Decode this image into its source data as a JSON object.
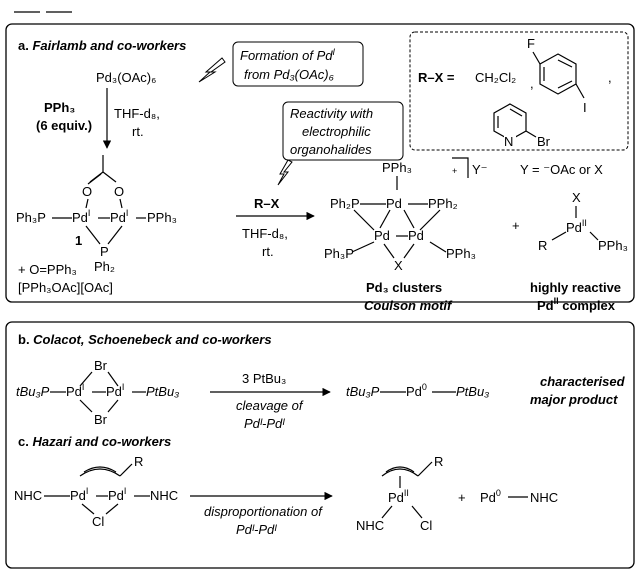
{
  "top_tabs": [
    "",
    ""
  ],
  "panel_a": {
    "heading_prefix": "a. ",
    "heading_authors": "Fairlamb and co-workers",
    "start_material": "Pd₃(OAc)₆",
    "reagent_pph3": "PPh₃",
    "reagent_equiv": "(6 equiv.)",
    "solvent_1": "THF-d₈,",
    "temp_1": "rt.",
    "note_formation_line1": "Formation of Pd",
    "note_formation_sup": "I",
    "note_formation_line2": "from Pd₃(OAc)₆",
    "note_reactivity_line1": "Reactivity with",
    "note_reactivity_line2": "electrophilic",
    "note_reactivity_line3": "organohalides",
    "rx_label": "R–X =",
    "rx_option_1": "CH₂Cl₂",
    "rx_fluoro": "F",
    "rx_iodo": "I",
    "rx_nitrogen": "N",
    "rx_bromo": "Br",
    "dimer_left_ligand": "Ph₃P",
    "dimer_metal": "Pd",
    "dimer_metal_ox": "I",
    "dimer_right_ligand": "PPh₃",
    "dimer_bridge_p": "P",
    "dimer_bridge_ph2": "Ph₂",
    "dimer_o": "O",
    "compound_number": "1",
    "byproduct_1": "+ O=PPh₃",
    "byproduct_2": "[PPh₃OAc][OAc]",
    "arrow_reagent": "R–X",
    "solvent_2": "THF-d₈,",
    "temp_2": "rt.",
    "cluster_pph3_top": "PPh₃",
    "cluster_ph2p_left": "Ph₂P",
    "cluster_pph2_right": "PPh₂",
    "cluster_ph3p_left": "Ph₃P",
    "cluster_pph3_right": "PPh₃",
    "cluster_pd": "Pd",
    "cluster_x": "X",
    "cluster_charge": "+",
    "cluster_counterion": "Y⁻",
    "y_definition": "Y = ⁻OAc or X",
    "plus_sign": "+",
    "mono_x": "X",
    "mono_r": "R",
    "mono_pd": "Pd",
    "mono_pd_ox": "II",
    "mono_pph3": "PPh₃",
    "caption_cluster_1": "Pd₃ clusters",
    "caption_cluster_2": "Coulson motif",
    "caption_mono_1": "highly reactive",
    "caption_mono_2_pd": "Pd",
    "caption_mono_2_ox": "II",
    "caption_mono_2_rest": " complex"
  },
  "panel_b": {
    "heading_prefix": "b. ",
    "heading_authors": "Colacot, Schoenebeck and co-workers",
    "left_ligand": "tBu₃P",
    "metal": "Pd",
    "metal_ox": "I",
    "right_ligand": "PtBu₃",
    "bridge_br": "Br",
    "reagent": "3 PtBu₃",
    "arrow_below_1": "cleavage of",
    "arrow_below_2": "Pdᴵ-Pdᴵ",
    "product_left": "tBu₃P",
    "product_pd": "Pd",
    "product_ox": "0",
    "product_right": "PtBu₃",
    "product_note_1": "characterised",
    "product_note_2": "major product"
  },
  "panel_c": {
    "heading_prefix": "c. ",
    "heading_authors": "Hazari and co-workers",
    "ligand_nhc": "NHC",
    "metal": "Pd",
    "metal_ox": "I",
    "bridge_cl": "Cl",
    "allyl_r": "R",
    "arrow_below_1": "disproportionation of",
    "arrow_below_2": "Pdᴵ-Pdᴵ",
    "product1_pd": "Pd",
    "product1_ox": "II",
    "product1_nhc": "NHC",
    "product1_cl": "Cl",
    "product1_r": "R",
    "plus_sign": "+",
    "product2_pd": "Pd",
    "product2_ox": "0",
    "product2_nhc": "NHC"
  }
}
